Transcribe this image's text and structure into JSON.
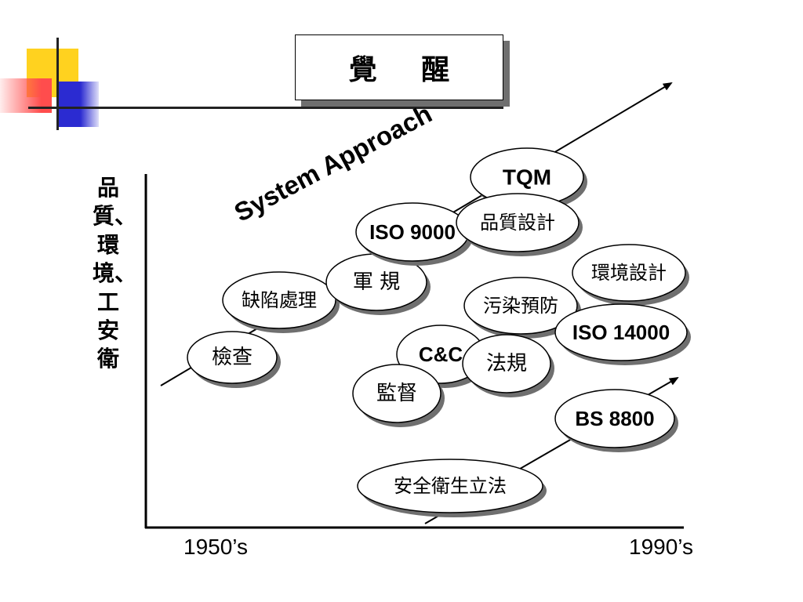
{
  "title": "覺 醒",
  "annotation": "System Approach",
  "y_axis_label": "品質、環境、工安衛",
  "x_axis": {
    "start_label": "1950’s",
    "end_label": "1990’s"
  },
  "nodes": [
    {
      "id": "jiancha",
      "label": "檢查"
    },
    {
      "id": "quexian",
      "label": "缺陷處理"
    },
    {
      "id": "junhui",
      "label": "軍 規"
    },
    {
      "id": "iso9000",
      "label": "ISO 9000"
    },
    {
      "id": "tqm",
      "label": "TQM"
    },
    {
      "id": "pinzhi",
      "label": "品質設計"
    },
    {
      "id": "huanjing",
      "label": "環境設計"
    },
    {
      "id": "wuran",
      "label": "污染預防"
    },
    {
      "id": "iso14000",
      "label": "ISO 14000"
    },
    {
      "id": "cc",
      "label": "C&C"
    },
    {
      "id": "fagui",
      "label": "法規"
    },
    {
      "id": "jiandu",
      "label": "監督"
    },
    {
      "id": "bs8800",
      "label": "BS 8800"
    },
    {
      "id": "anquan",
      "label": "安全衛生立法"
    }
  ],
  "colors": {
    "deco_yellow": "#ffd21f",
    "deco_blue": "#2b2bd1",
    "deco_red": "#ff4d4d",
    "ink": "#000000",
    "shadow": "#6f6f6f"
  }
}
